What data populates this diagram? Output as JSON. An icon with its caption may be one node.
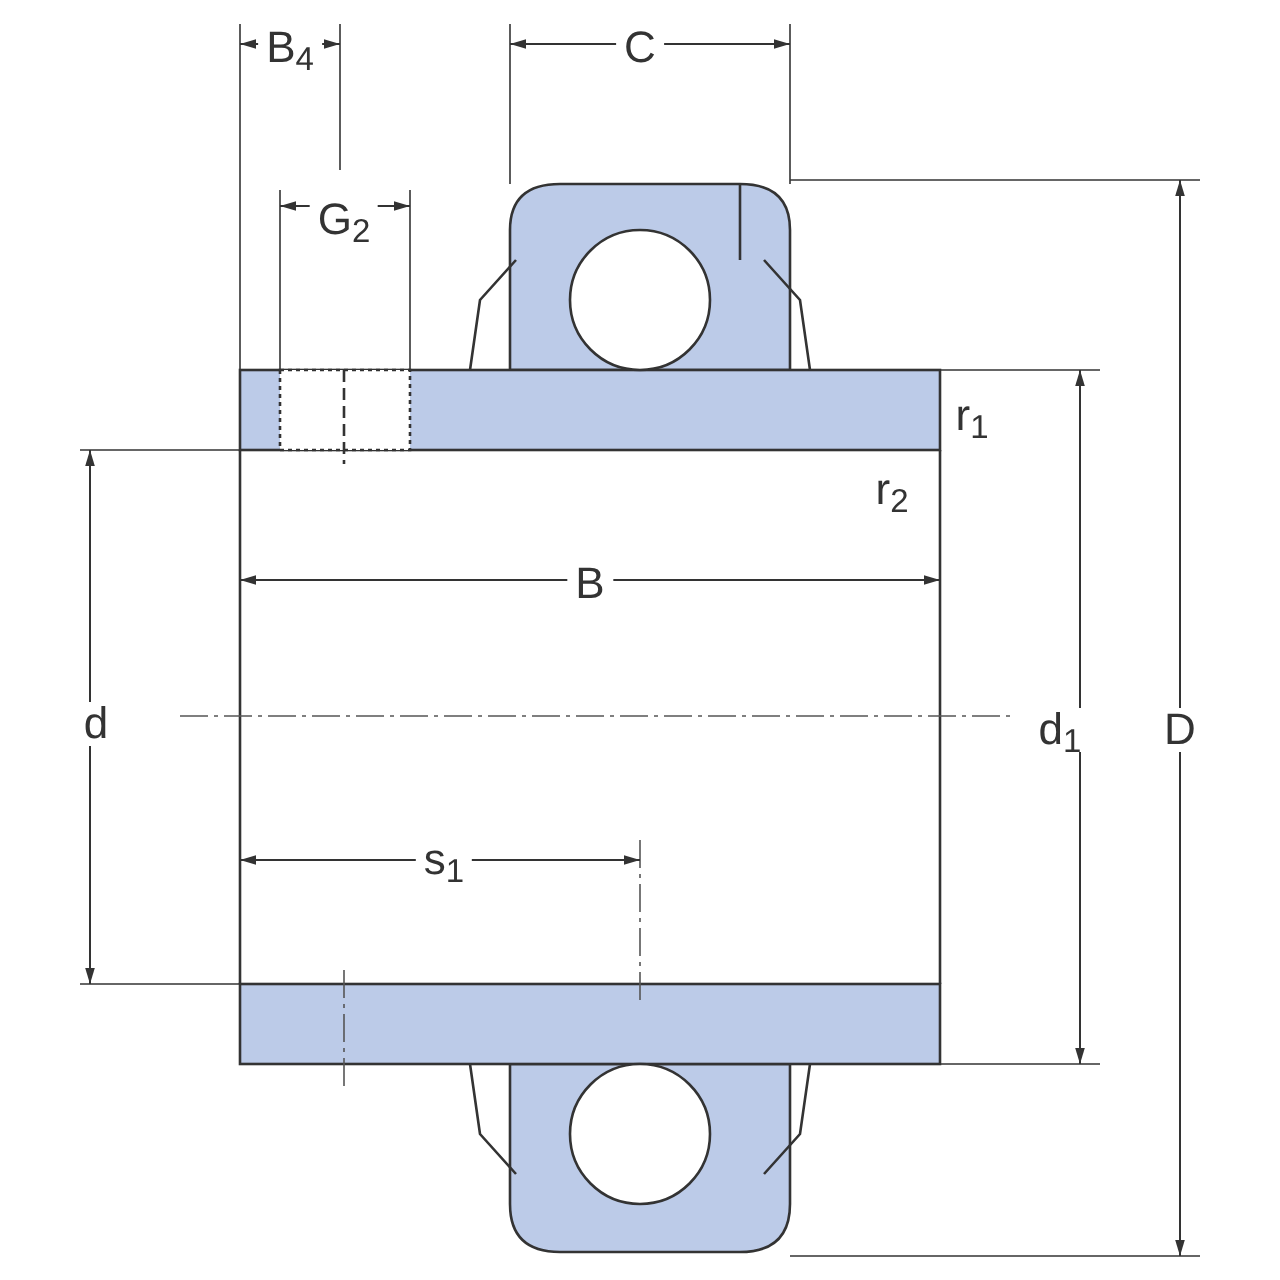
{
  "diagram": {
    "labels": [
      "B$_{4}$",
      "C",
      "G$_{2}$",
      "r$_{1}$",
      "r$_{2}$",
      "B",
      "d",
      "d$_{1}$",
      "D",
      "s$_{1}$"
    ]
  }
}
